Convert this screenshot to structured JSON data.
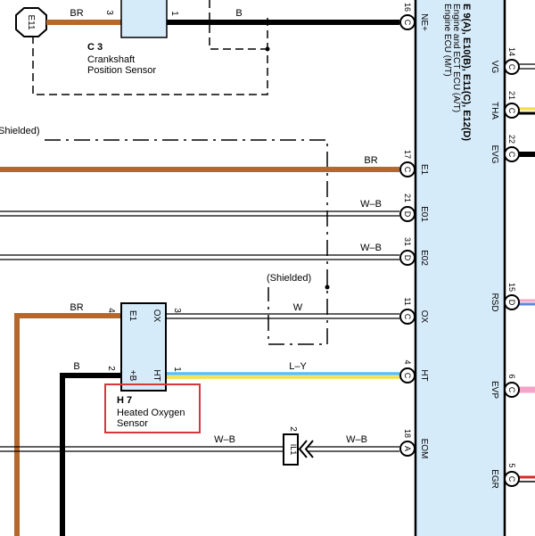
{
  "connectors": {
    "e11": "E11",
    "il1": "IL1",
    "term_16": "16",
    "term_17": "17",
    "term_21a": "21",
    "term_31": "31",
    "term_11": "11",
    "term_4": "4",
    "term_18": "18",
    "term_c": "C",
    "term_d": "D",
    "term_a": "A",
    "right_14": "14",
    "right_21": "21",
    "right_22": "22",
    "right_15": "15",
    "right_6": "6",
    "right_5": "5"
  },
  "crankshaft_sensor": {
    "code": "C 3",
    "name_line1": "Crankshaft",
    "name_line2": "Position Sensor",
    "pin_3": "3",
    "pin_1": "1"
  },
  "o2_sensor": {
    "code": "H 7",
    "name_line1": "Heated Oxygen",
    "name_line2": "Sensor",
    "pin_e1": "E1",
    "pin_ox": "OX",
    "pin_b": "+B",
    "pin_ht": "HT",
    "num_4": "4",
    "num_3": "3",
    "num_2": "2",
    "num_1": "1"
  },
  "ecu": {
    "title_line1": "E 9(A), E10(B), E11(C), E12(D)",
    "title_line2": "Engine and ECT ECU (A/T)",
    "title_line3": "Engine ECU (M/T)",
    "pins_left": [
      "NE+",
      "E1",
      "E01",
      "E02",
      "OX",
      "HT",
      "EOM"
    ],
    "pins_right": [
      "VG",
      "THA",
      "EVG",
      "RSD",
      "EVP",
      "EGR"
    ]
  },
  "wires": {
    "br": "BR",
    "b": "B",
    "wb": "W–B",
    "w": "W",
    "ly": "L–Y",
    "shielded": "(Shielded)",
    "shielded_partial": "Shielded)",
    "il1_pin": "2"
  },
  "colors": {
    "brown": "#b5672c",
    "black": "#000000",
    "sensor_fill": "#d6ebfa",
    "ecu_fill": "#d6ebfa",
    "highlight": "#d9363a",
    "light_blue": "#5bc0eb",
    "yellow": "#f2e14c",
    "pink": "#f5a3c7",
    "red": "#d62b2b"
  }
}
